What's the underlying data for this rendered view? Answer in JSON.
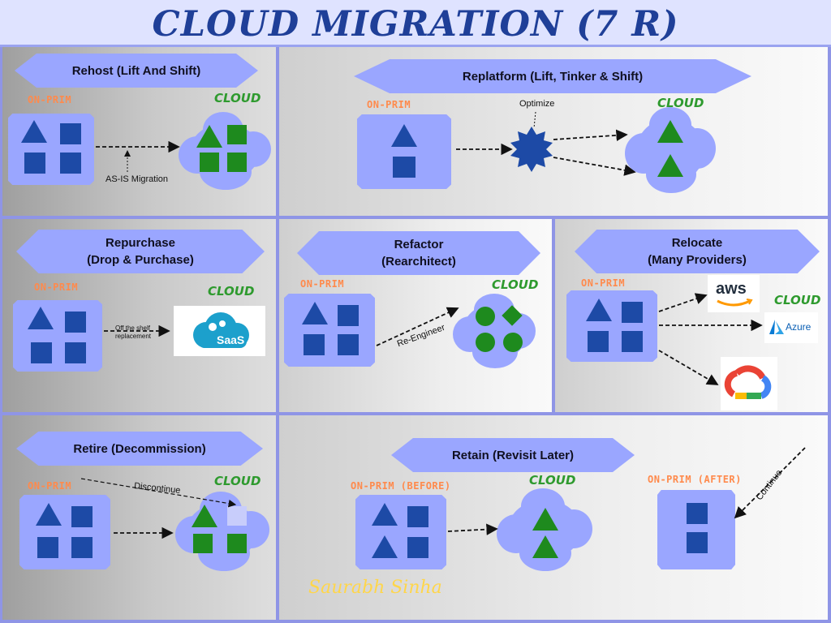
{
  "title": "CLOUD MIGRATION (7 R)",
  "labels": {
    "on_prem": "ON-PRIM",
    "on_prem_before": "ON-PRIM (BEFORE)",
    "on_prem_after": "ON-PRIM (AFTER)",
    "cloud": "CLOUD"
  },
  "rehost": {
    "title": "Rehost (Lift And Shift)",
    "arrow_label": "AS-IS Migration"
  },
  "replatform": {
    "title": "Replatform (Lift, Tinker & Shift)",
    "optimize_label": "Optimize"
  },
  "repurchase": {
    "title_line1": "Repurchase",
    "title_line2": "(Drop & Purchase)",
    "arrow_label_line1": "Off the shelf",
    "arrow_label_line2": "replacement",
    "saas_label": "SaaS"
  },
  "refactor": {
    "title_line1": "Refactor",
    "title_line2": "(Rearchitect)",
    "arrow_label": "Re-Engineer"
  },
  "relocate": {
    "title_line1": "Relocate",
    "title_line2": "(Many Providers)",
    "aws_label": "aws",
    "azure_label": "Azure"
  },
  "retire": {
    "title": "Retire (Decommission)",
    "arrow_label": "Discontinue"
  },
  "retain": {
    "title": "Retain (Revisit Later)",
    "arrow_label": "Continue"
  },
  "signature": "Saurabh Sinha",
  "colors": {
    "accent": "#9aa6ff",
    "blue_shape": "#1d4aa6",
    "green_shape": "#1e8a1e",
    "onprem_text": "#ff8a4c",
    "title_text": "#1f3f98"
  }
}
